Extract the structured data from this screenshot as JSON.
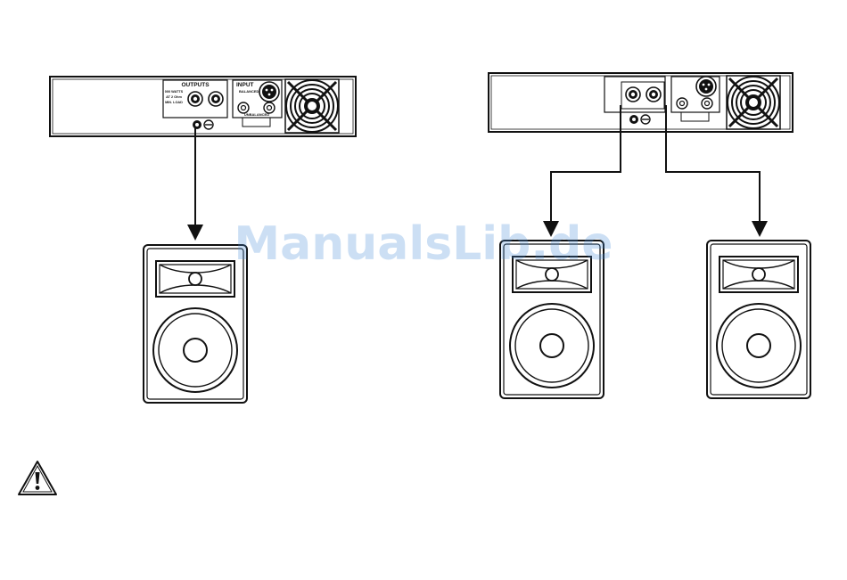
{
  "watermark": "ManualsLib.de",
  "amp_left": {
    "outputs_label": "OUTPUTS",
    "input_label": "INPUT",
    "balanced_label": "BALANCED",
    "unbalanced_label": "UNBALANCED",
    "spec_lines": [
      "000 WATTS",
      "AT 2 Ohm",
      "MIN. LOAD"
    ]
  },
  "warning": {
    "icon": "warning-triangle-icon"
  }
}
